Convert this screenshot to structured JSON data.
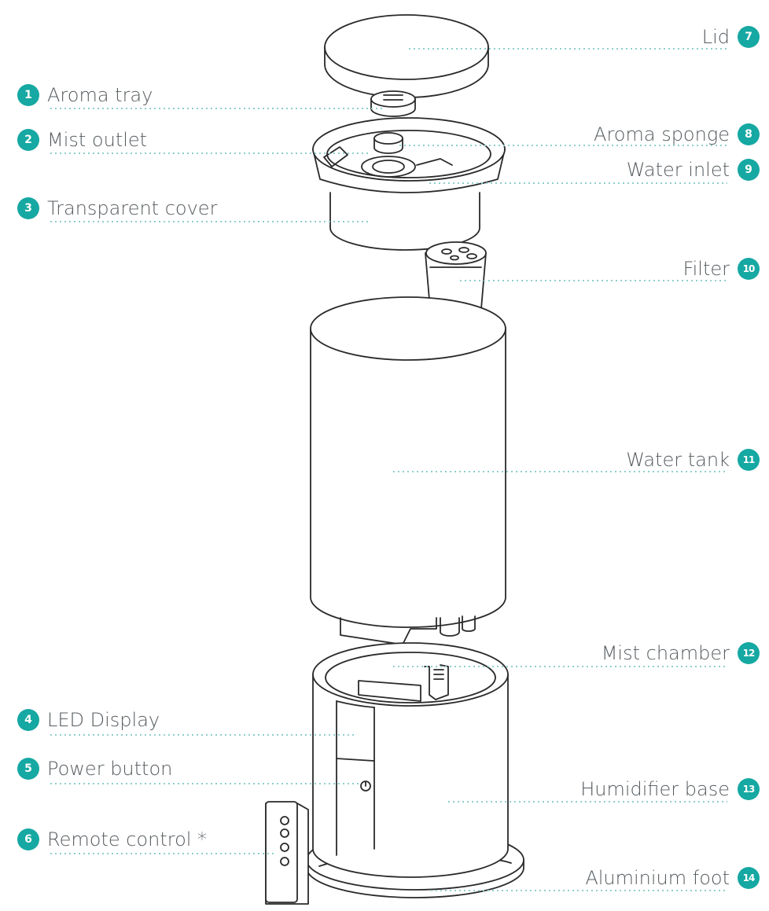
{
  "colors": {
    "accent": "#16a8a2",
    "line": "#2a2a2a",
    "leader": "#8fcfcc",
    "text": "#555b5f"
  },
  "labels": {
    "l1": {
      "num": "1",
      "text": "Aroma tray"
    },
    "l2": {
      "num": "2",
      "text": "Mist outlet"
    },
    "l3": {
      "num": "3",
      "text": "Transparent cover"
    },
    "l4": {
      "num": "4",
      "text": "LED Display"
    },
    "l5": {
      "num": "5",
      "text": "Power button"
    },
    "l6": {
      "num": "6",
      "text": "Remote control *"
    },
    "l7": {
      "num": "7",
      "text": "Lid"
    },
    "l8": {
      "num": "8",
      "text": "Aroma sponge"
    },
    "l9": {
      "num": "9",
      "text": "Water inlet"
    },
    "l10": {
      "num": "10",
      "text": "Filter"
    },
    "l11": {
      "num": "11",
      "text": "Water tank"
    },
    "l12": {
      "num": "12",
      "text": "Mist chamber"
    },
    "l13": {
      "num": "13",
      "text": "Humidifier base"
    },
    "l14": {
      "num": "14",
      "text": "Aluminium foot"
    }
  }
}
